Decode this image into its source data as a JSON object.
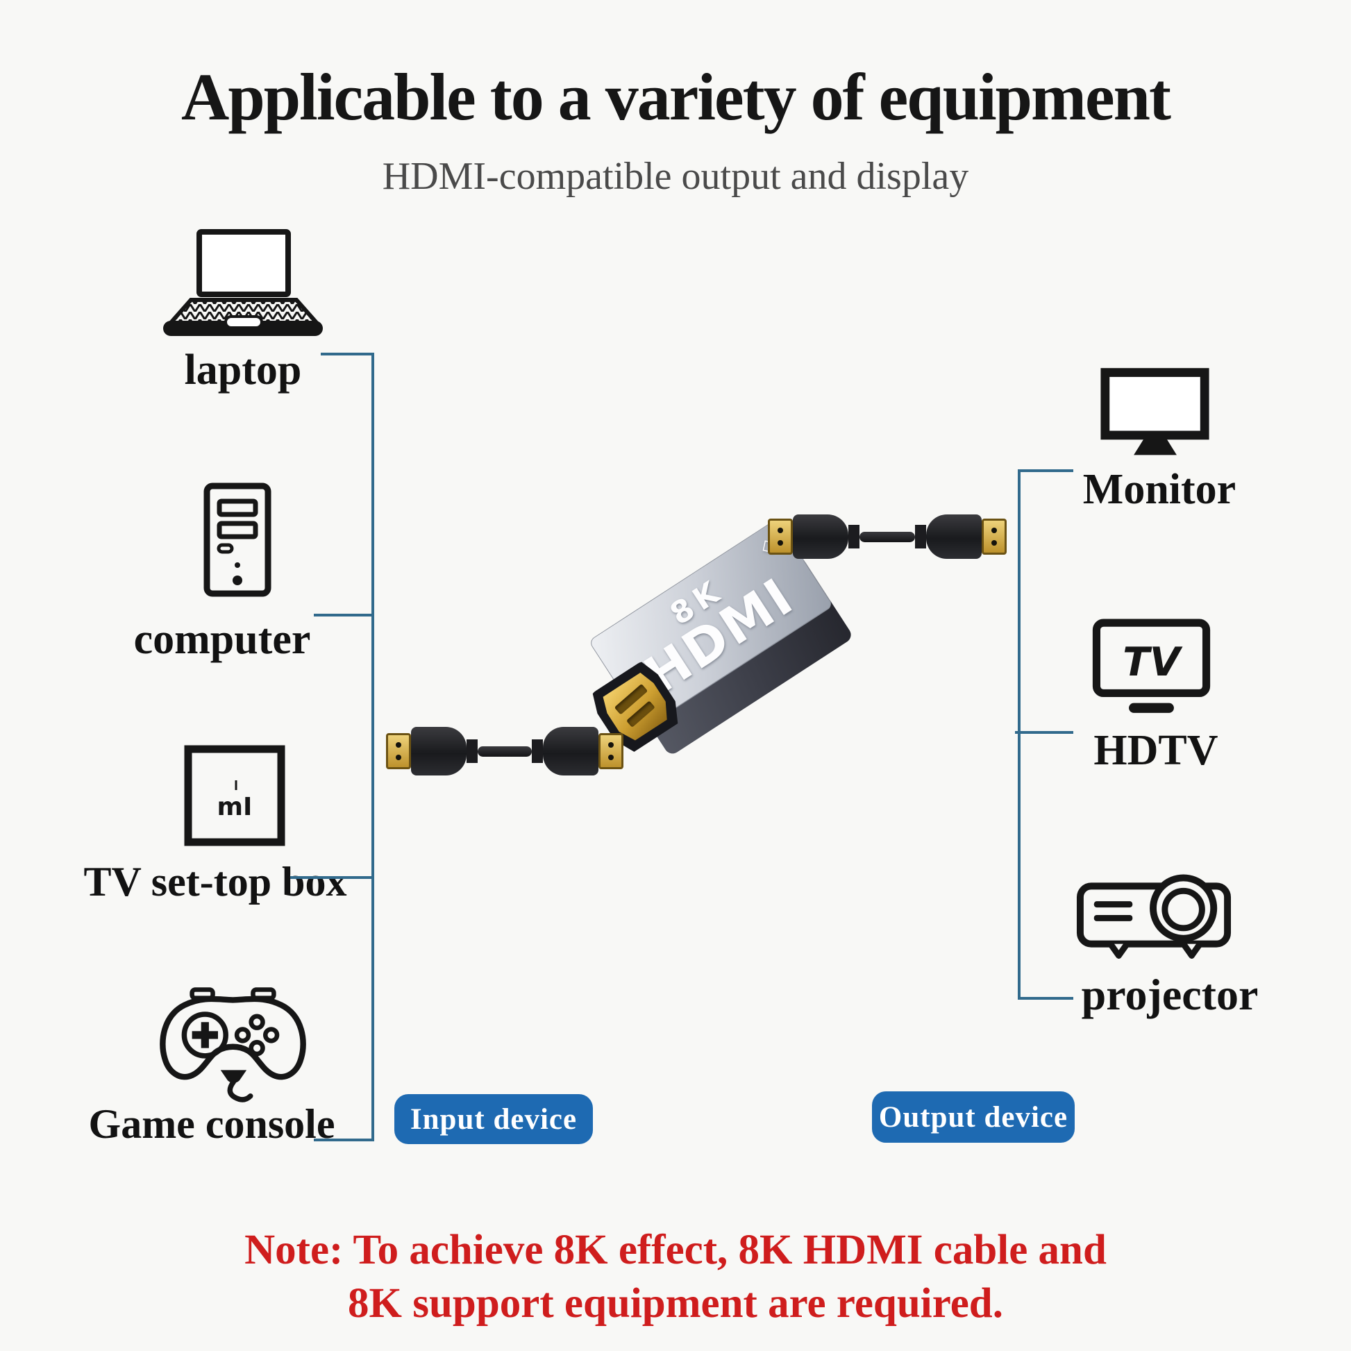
{
  "title": "Applicable to a variety of equipment",
  "subtitle": "HDMI-compatible output and display",
  "input_devices": [
    {
      "label": "laptop"
    },
    {
      "label": "computer"
    },
    {
      "label": "TV set-top box",
      "icon_text": "mI"
    },
    {
      "label": "Game console"
    }
  ],
  "output_devices": [
    {
      "label": "Monitor"
    },
    {
      "label": "HDTV",
      "icon_text": "TV"
    },
    {
      "label": "projector"
    }
  ],
  "badges": {
    "input": "Input device",
    "output": "Output device"
  },
  "adapter": {
    "line1": "8K",
    "line2": "HDMI",
    "mark": "◇"
  },
  "note": {
    "line1": "Note: To achieve 8K effect, 8K HDMI cable and",
    "line2": "8K support equipment are required."
  },
  "colors": {
    "connector_line": "#316a8c",
    "badge_blue": "#1e6ab2",
    "note_red": "#cf1d1d",
    "adapter_silver": "#ccd0d8",
    "port_gold": "#cd9f31"
  }
}
